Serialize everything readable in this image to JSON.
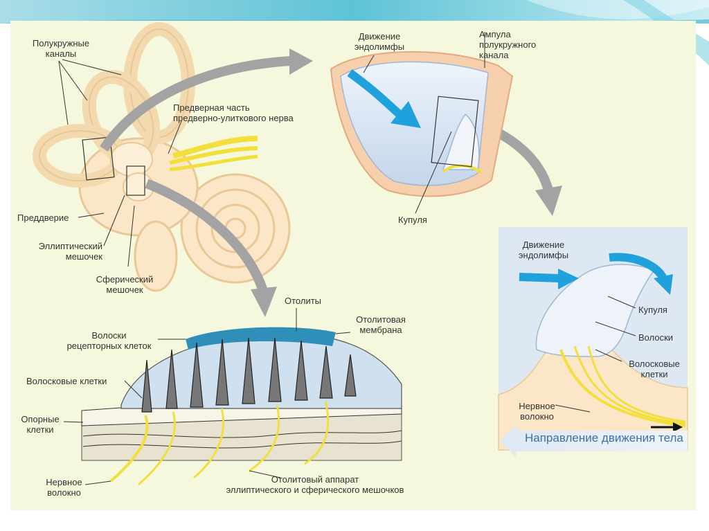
{
  "labels": {
    "semicircular_canals": "Полукружные\nканалы",
    "vestibular_nerve_part": "Предверная часть\nпредверно-улиткового нерва",
    "vestibule": "Преддверие",
    "utricle": "Эллиптический\nмешочек",
    "saccule": "Сферический\nмешочек",
    "endolymph_movement_top": "Движение\nэндолимфы",
    "ampulla": "Ампула\nполукружного\nканала",
    "cupula_top": "Купуля",
    "endolymph_movement_right": "Движение\nэндолимфы",
    "cupula_right": "Купуля",
    "hairs_right": "Волоски",
    "hair_cells_right": "Волосковые\nклетки",
    "nerve_fiber_right": "Нервное\nволокно",
    "body_direction": "Направление движения тела",
    "otoliths": "Отолиты",
    "otolith_membrane": "Отолитовая\nмембрана",
    "receptor_hairs": "Волоски\nрецепторных клеток",
    "hair_cells_bottom": "Волосковые клетки",
    "supporting_cells": "Опорные\nклетки",
    "nerve_fiber_bottom": "Нервное\nволокно",
    "otolith_apparatus": "Отолитовый аппарат\nэллиптического и сферического мешочков"
  },
  "colors": {
    "background": "#f5f8dc",
    "accent_teal": "#5ec3d6",
    "nerve_yellow": "#f2df3c",
    "arrow_gray": "#a3a3a3",
    "endolymph_blue": "#1fa1dc",
    "body_direction_blue": "#3f6fa6"
  }
}
